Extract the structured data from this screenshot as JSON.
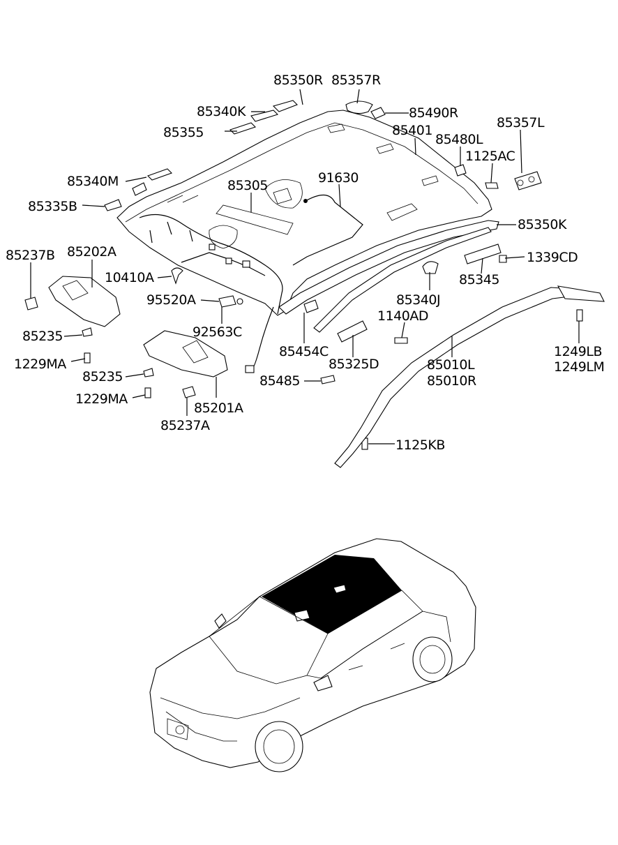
{
  "part_labels": {
    "p85350R": "85350R",
    "p85357R": "85357R",
    "p85340K": "85340K",
    "p85490R": "85490R",
    "p85355": "85355",
    "p85401": "85401",
    "p85357L": "85357L",
    "p85480L": "85480L",
    "p1125AC": "1125AC",
    "p85340M": "85340M",
    "p85305": "85305",
    "p91630": "91630",
    "p85335B": "85335B",
    "p85350K": "85350K",
    "p85237B": "85237B",
    "p85202A": "85202A",
    "p1339CD": "1339CD",
    "p10410A": "10410A",
    "p85345": "85345",
    "p95520A": "95520A",
    "p85340J": "85340J",
    "p1140AD": "1140AD",
    "p85235a": "85235",
    "p92563C": "92563C",
    "p85454C": "85454C",
    "p1249LB": "1249LB",
    "p1229MAa": "1229MA",
    "p85325D": "85325D",
    "p85010L": "85010L",
    "p1249LM": "1249LM",
    "p85235b": "85235",
    "p85485": "85485",
    "p85010R": "85010R",
    "p1229MAb": "1229MA",
    "p85201A": "85201A",
    "p85237A": "85237A",
    "p1125KB": "1125KB"
  }
}
